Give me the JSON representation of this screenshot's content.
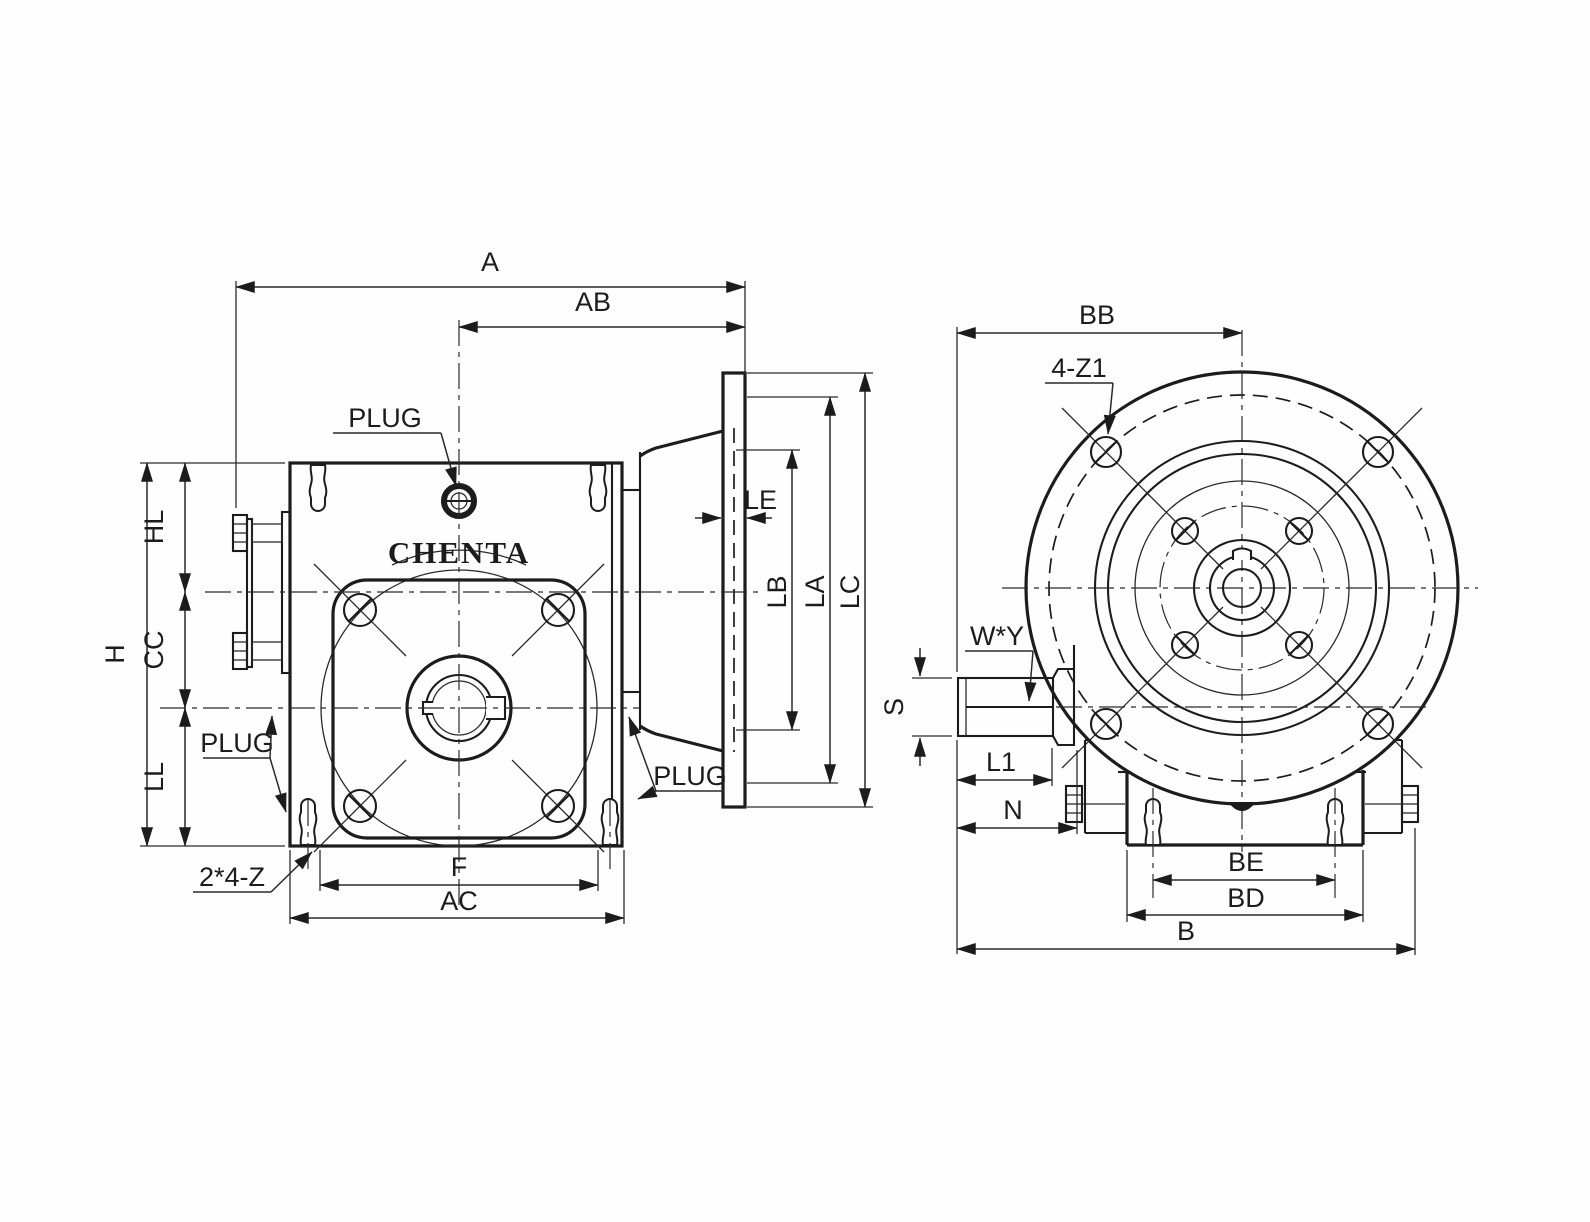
{
  "brand": "CHENTA",
  "front_view": {
    "dim_a": "A",
    "dim_ab": "AB",
    "plug_top": "PLUG",
    "plug_left": "PLUG",
    "plug_right": "PLUG",
    "dim_h": "H",
    "dim_hl": "HL",
    "dim_cc": "CC",
    "dim_ll": "LL",
    "thread_note": "2*4-Z",
    "dim_f": "F",
    "dim_ac": "AC",
    "dim_le": "LE",
    "dim_lb": "LB",
    "dim_la": "LA",
    "dim_lc": "LC"
  },
  "side_view": {
    "dim_bb": "BB",
    "thread_note": "4-Z1",
    "keyway_note": "W*Y",
    "dim_s": "S",
    "dim_l1": "L1",
    "dim_n": "N",
    "dim_be": "BE",
    "dim_bd": "BD",
    "dim_b": "B"
  }
}
